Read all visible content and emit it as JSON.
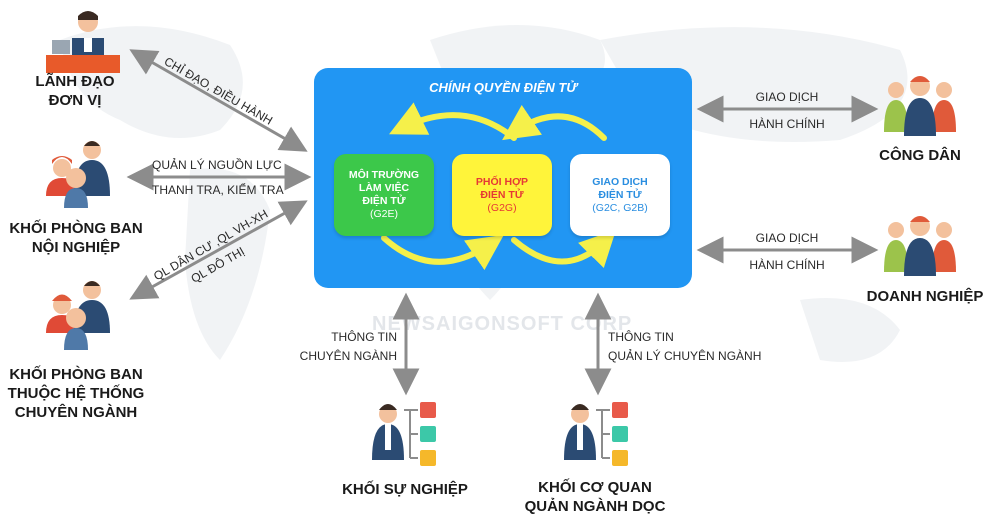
{
  "central": {
    "title": "CHÍNH QUYỀN ĐIỆN TỬ",
    "box1": {
      "l1": "MÔI TRƯỜNG",
      "l2": "LÀM VIỆC",
      "l3": "ĐIỆN TỬ",
      "l4": "(G2E)"
    },
    "box2": {
      "l1": "PHỐI HỢP",
      "l2": "ĐIỆN TỬ",
      "l3": "(G2G)"
    },
    "box3": {
      "l1": "GIAO DỊCH",
      "l2": "ĐIỆN TỬ",
      "l3": "(G2C, G2B)"
    }
  },
  "left": {
    "n1": {
      "l1": "LÃNH ĐẠO",
      "l2": "ĐƠN VỊ"
    },
    "n2": {
      "l1": "KHỐI PHÒNG BAN",
      "l2": "NỘI NGHIỆP"
    },
    "n3": {
      "l1": "KHỐI PHÒNG BAN",
      "l2": "THUỘC HỆ THỐNG",
      "l3": "CHUYÊN NGÀNH"
    }
  },
  "right": {
    "n1": "CÔNG DÂN",
    "n2": "DOANH NGHIỆP"
  },
  "bottom": {
    "n1": "KHỐI SỰ NGHIỆP",
    "n2": {
      "l1": "KHỐI CƠ QUAN",
      "l2": "QUẢN NGÀNH DỌC"
    }
  },
  "edges": {
    "e1": "CHỈ ĐẠO, ĐIỀU HÀNH",
    "e2a": "QUẢN LÝ NGUỒN LỰC",
    "e2b": "THANH TRA, KIỂM TRA",
    "e3a": "QL DÂN CƯ ,QL VH-XH",
    "e3b": "QL ĐÔ THỊ",
    "e4a": "GIAO DỊCH",
    "e4b": "HÀNH CHÍNH",
    "e5a": "GIAO DỊCH",
    "e5b": "HÀNH CHÍNH",
    "e6a": "THÔNG TIN",
    "e6b": "CHUYÊN NGÀNH",
    "e7a": "THÔNG TIN",
    "e7b": "QUẢN LÝ CHUYÊN NGÀNH"
  },
  "watermark": "NEWSAIGONSOFT CORP",
  "colors": {
    "central": "#2196f3",
    "green": "#3cc84a",
    "yellow": "#fff43a",
    "arrow": "#8c8c8c",
    "accent_red": "#e53935"
  }
}
